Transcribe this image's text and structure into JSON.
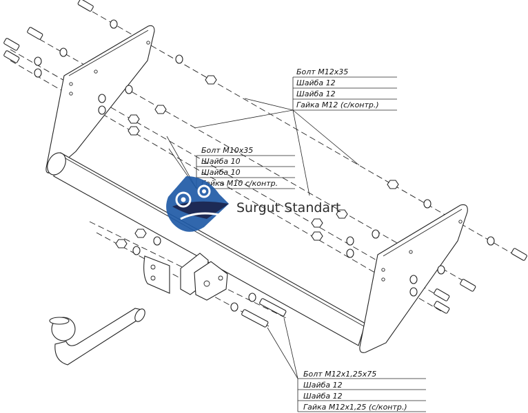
{
  "logo": {
    "text": "Surgut Standart",
    "colors": {
      "blue": "#1f5aa6",
      "dark": "#1d2a55"
    }
  },
  "callouts": {
    "m12x35": [
      "Болт М12х35",
      "Шайба 12",
      "Шайба 12",
      "Гайка М12 (с/контр.)"
    ],
    "m10x35": [
      "Болт М10х35",
      "Шайба 10",
      "Шайба 10",
      "Гайка М10 с/контр."
    ],
    "m12x125": [
      "Болт М12х1,25х75",
      "Шайба 12",
      "Шайба 12",
      "Гайка М12х1,25 (с/контр.)"
    ]
  }
}
